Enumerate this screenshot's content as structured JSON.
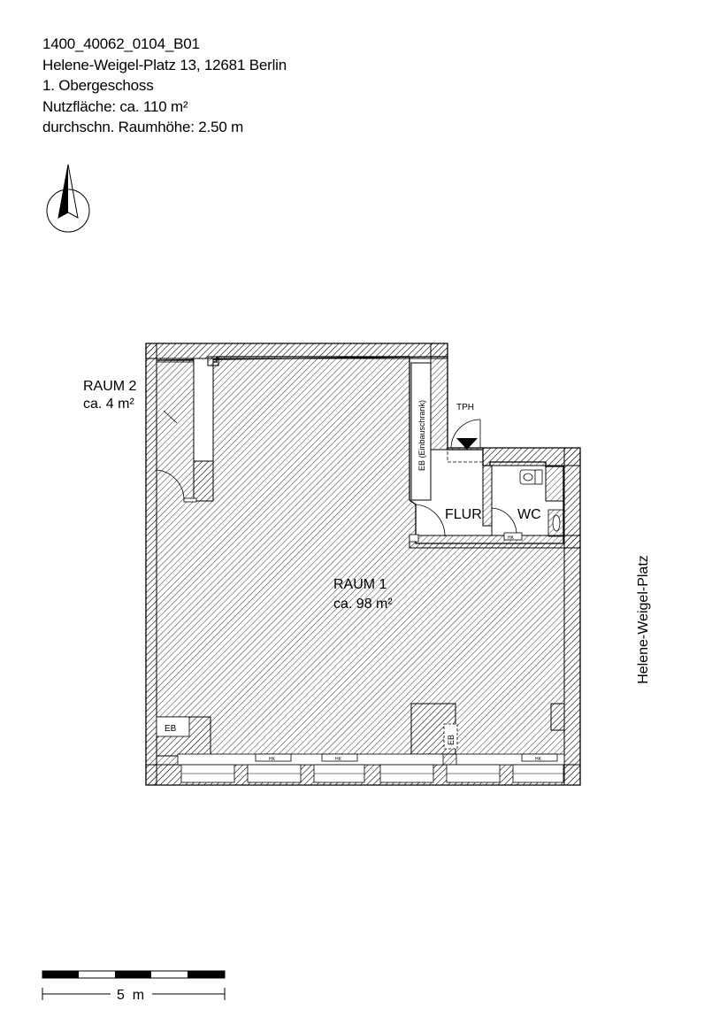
{
  "header": {
    "id": "1400_40062_0104_B01",
    "address": "Helene-Weigel-Platz 13, 12681 Berlin",
    "floor": "1. Obergeschoss",
    "area": "Nutzfläche: ca. 110 m²",
    "height": "durchschn. Raumhöhe: 2.50 m"
  },
  "rooms": {
    "raum1_name": "RAUM 1",
    "raum1_area": "ca. 98 m²",
    "raum2_name": "RAUM 2",
    "raum2_area": "ca. 4 m²",
    "flur": "FLUR",
    "wc": "WC"
  },
  "labels": {
    "tph": "TPH",
    "einbauschrank": "EB (Einbauschrank)",
    "eb": "EB",
    "hk": "HK"
  },
  "street": "Helene-Weigel-Platz",
  "scale": "5  m",
  "colors": {
    "line": "#000000",
    "background": "#ffffff"
  }
}
